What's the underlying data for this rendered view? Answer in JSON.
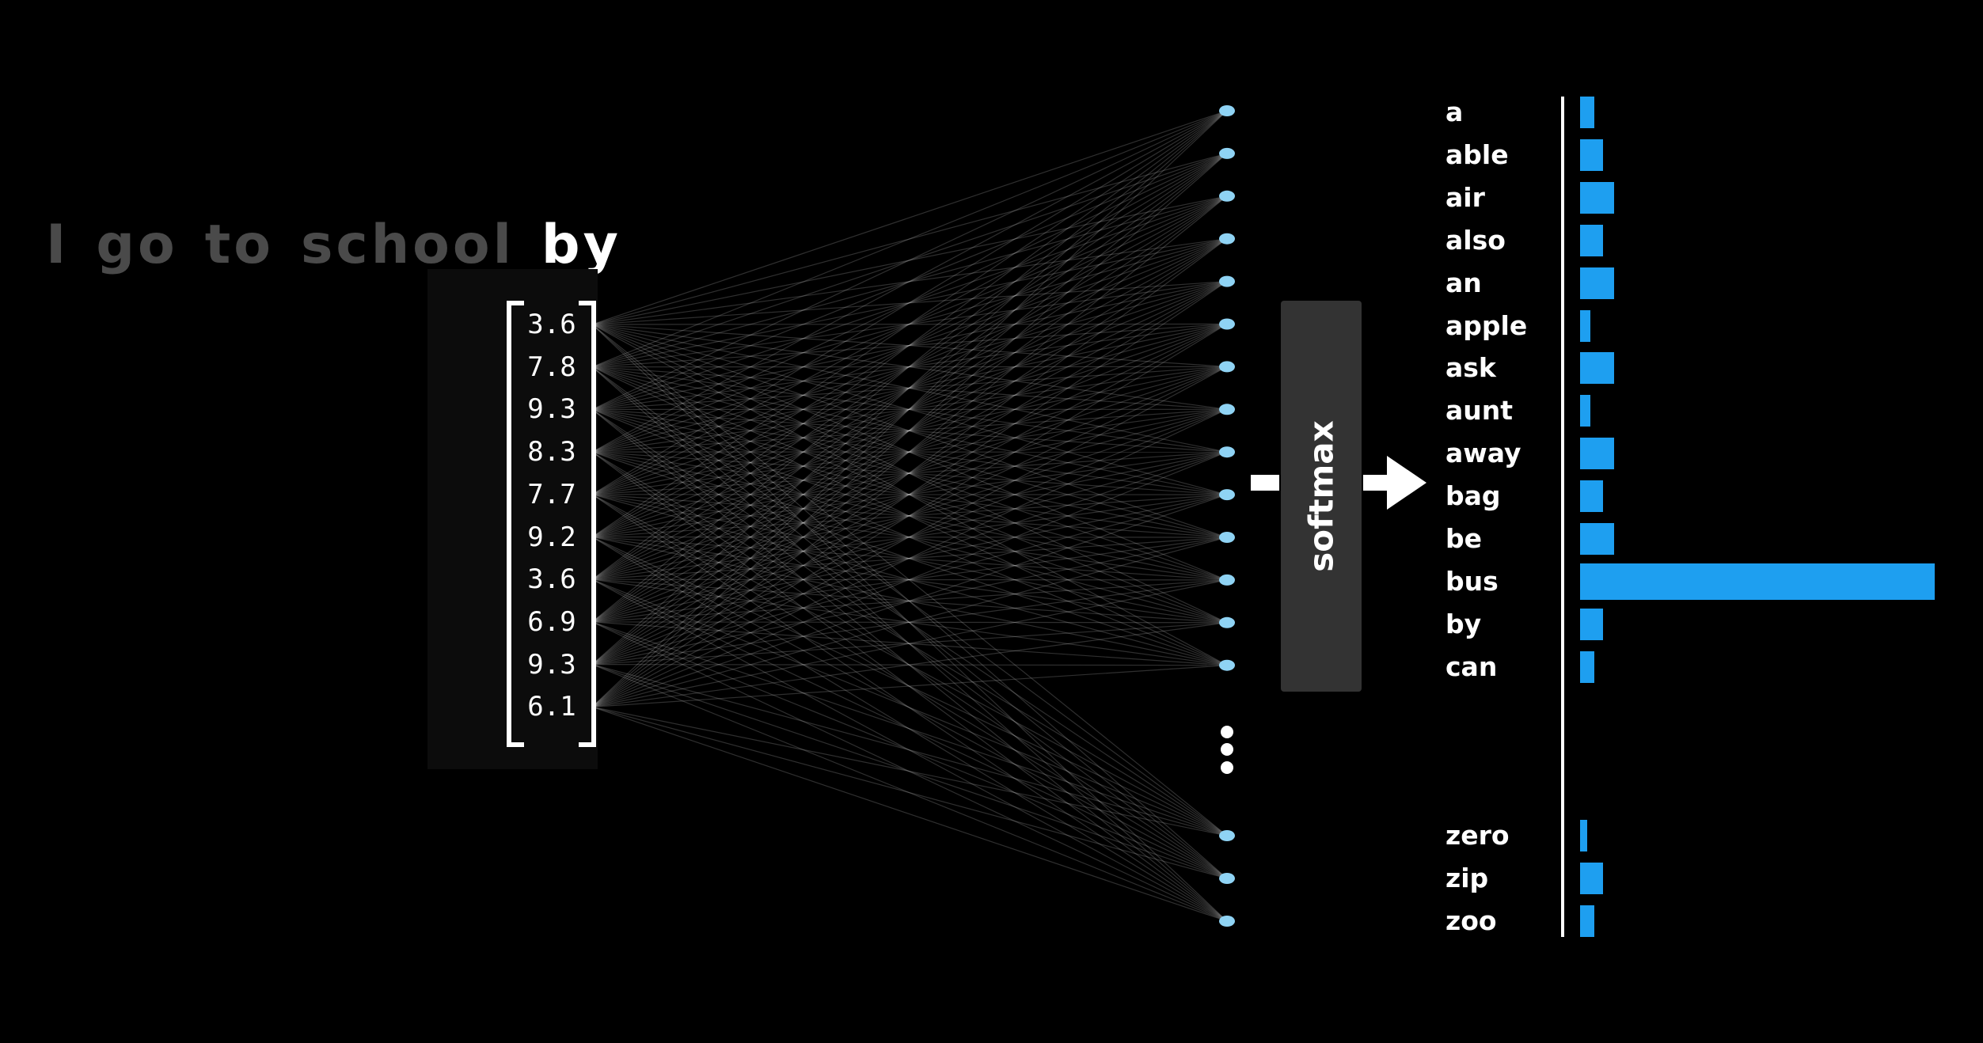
{
  "sentence": {
    "context_words": [
      "I",
      "go",
      "to",
      "school"
    ],
    "current_word": "by"
  },
  "vector": [
    "3.6",
    "7.8",
    "9.3",
    "8.3",
    "7.7",
    "9.2",
    "3.6",
    "6.9",
    "9.3",
    "6.1"
  ],
  "softmax_label": "softmax",
  "output_node_color": "#8fd3f4",
  "bar_color": "#1e9ff0",
  "vocabulary": [
    {
      "word": "a",
      "probability": 0.04
    },
    {
      "word": "able",
      "probability": 0.065
    },
    {
      "word": "air",
      "probability": 0.095
    },
    {
      "word": "also",
      "probability": 0.065
    },
    {
      "word": "an",
      "probability": 0.095
    },
    {
      "word": "apple",
      "probability": 0.03
    },
    {
      "word": "ask",
      "probability": 0.095
    },
    {
      "word": "aunt",
      "probability": 0.03
    },
    {
      "word": "away",
      "probability": 0.095
    },
    {
      "word": "bag",
      "probability": 0.065
    },
    {
      "word": "be",
      "probability": 0.095
    },
    {
      "word": "bus",
      "probability": 1.0
    },
    {
      "word": "by",
      "probability": 0.065
    },
    {
      "word": "can",
      "probability": 0.04
    },
    {
      "word": "zero",
      "probability": 0.02
    },
    {
      "word": "zip",
      "probability": 0.065
    },
    {
      "word": "zoo",
      "probability": 0.04
    }
  ]
}
